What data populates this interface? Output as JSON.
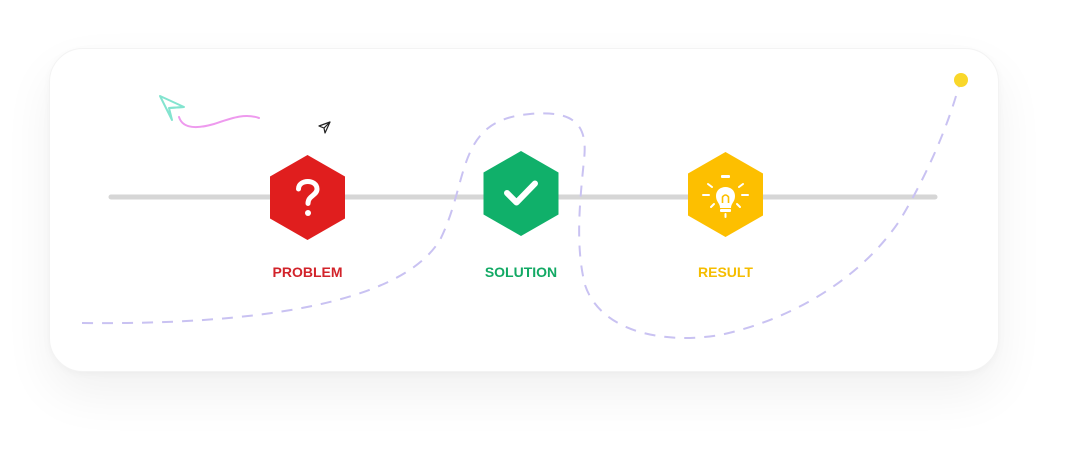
{
  "steps": [
    {
      "label": "PROBLEM",
      "color": "#e01e1e",
      "icon": "question-mark-icon"
    },
    {
      "label": "SOLUTION",
      "color": "#10b06a",
      "icon": "checkmark-icon"
    },
    {
      "label": "RESULT",
      "color": "#fdbf00",
      "icon": "lightbulb-icon"
    }
  ],
  "colors": {
    "timeline": "#d6d6d6",
    "dashed_path": "#c9c2f2",
    "end_dot": "#f9d72a",
    "squiggle": "#ee9aee",
    "plane_teal": "#83e4cf",
    "plane_small": "#222222"
  },
  "decorations": [
    "paper-plane-icon",
    "squiggle-line",
    "small-paper-plane-icon",
    "end-dot"
  ]
}
